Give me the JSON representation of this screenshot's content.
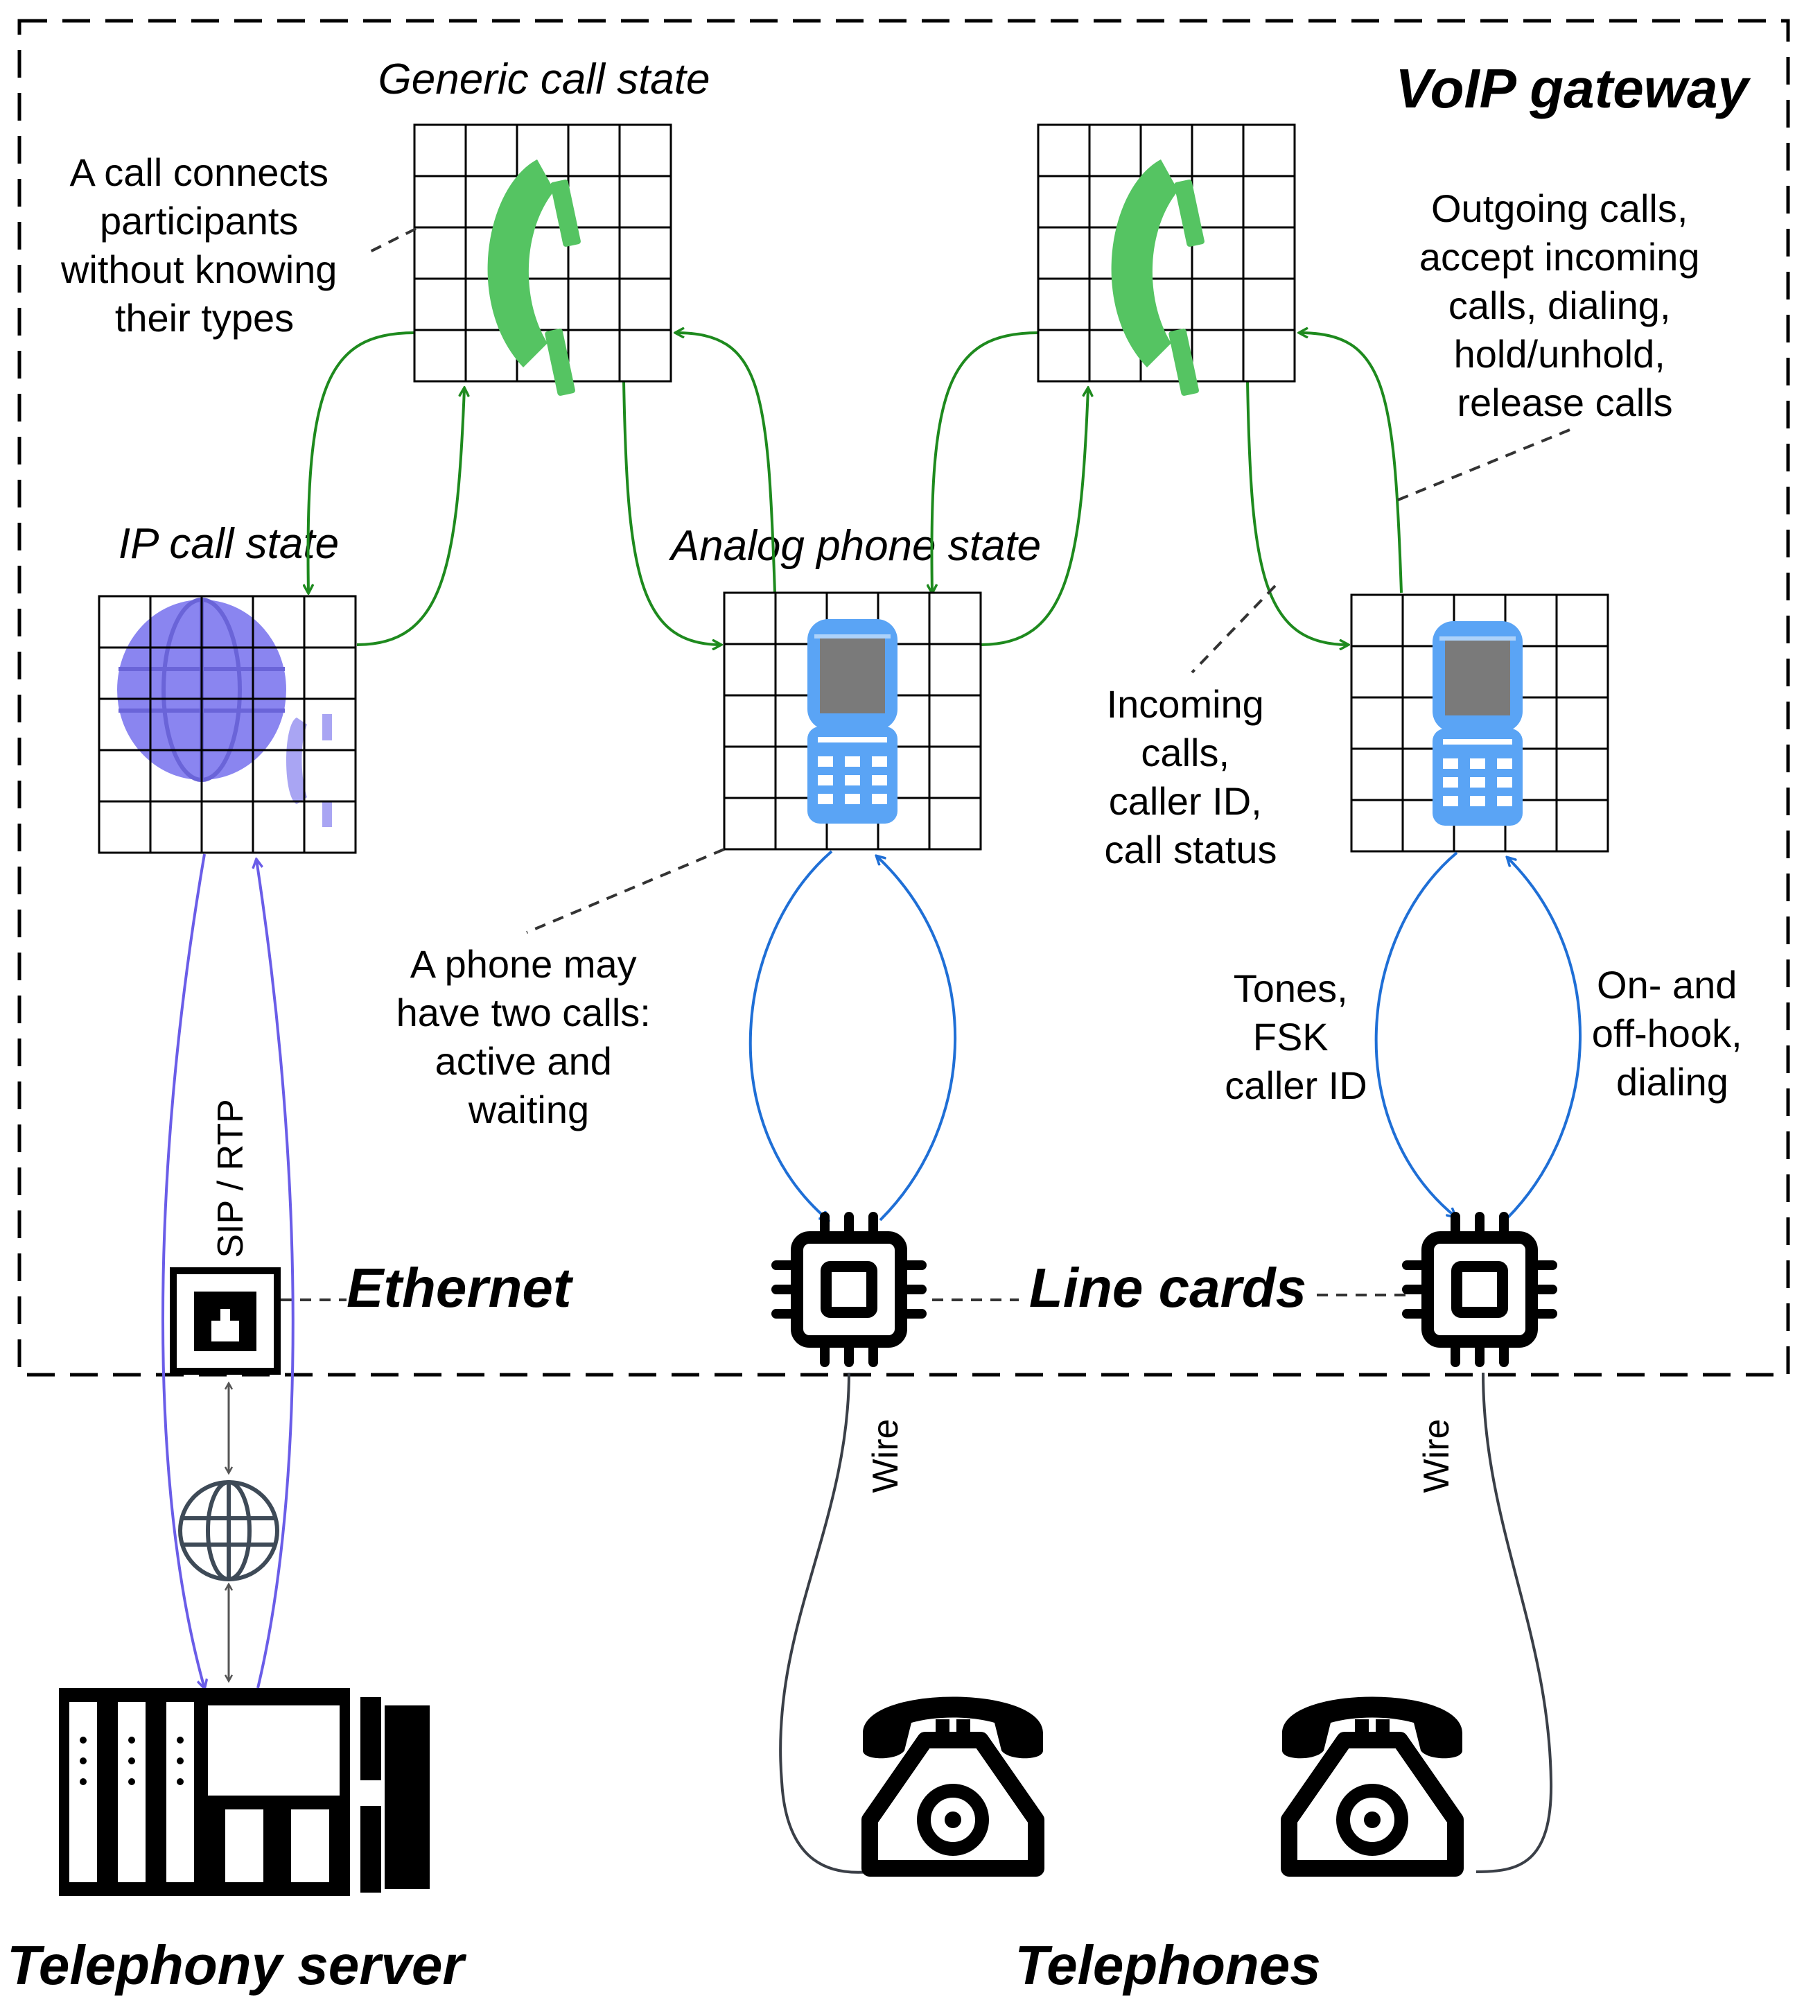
{
  "title": "VoIP gateway",
  "states": {
    "generic": "Generic call state",
    "ip": "IP call state",
    "analog": "Analog phone state"
  },
  "notes": {
    "generic_note": [
      "A call connects",
      "participants",
      "without knowing",
      "their types"
    ],
    "outgoing_note": [
      "Outgoing calls,",
      "accept incoming",
      "calls, dialing,",
      "hold/unhold,",
      "release calls"
    ],
    "incoming_note": [
      "Incoming",
      "calls,",
      "caller ID,",
      "call status"
    ],
    "two_calls_note": [
      "A phone may",
      "have two calls:",
      "active and",
      "waiting"
    ],
    "tones_note": [
      "Tones,",
      "FSK",
      "caller ID"
    ],
    "hook_note": [
      "On- and",
      "off-hook,",
      "dialing"
    ]
  },
  "links": {
    "sip": "SIP / RTP",
    "wire": "Wire"
  },
  "components": {
    "ethernet": "Ethernet",
    "line_cards": "Line cards",
    "telephony_server": "Telephony server",
    "telephones": "Telephones"
  },
  "colors": {
    "green_arrow": "#1e8a1e",
    "blue_arrow": "#1f6fd6",
    "purple_arrow": "#6a5de8",
    "wire": "#3a3f47",
    "handset_green": "#55c462",
    "phone_blue": "#5aa4f5",
    "globe_purple": "#8a85f0"
  }
}
